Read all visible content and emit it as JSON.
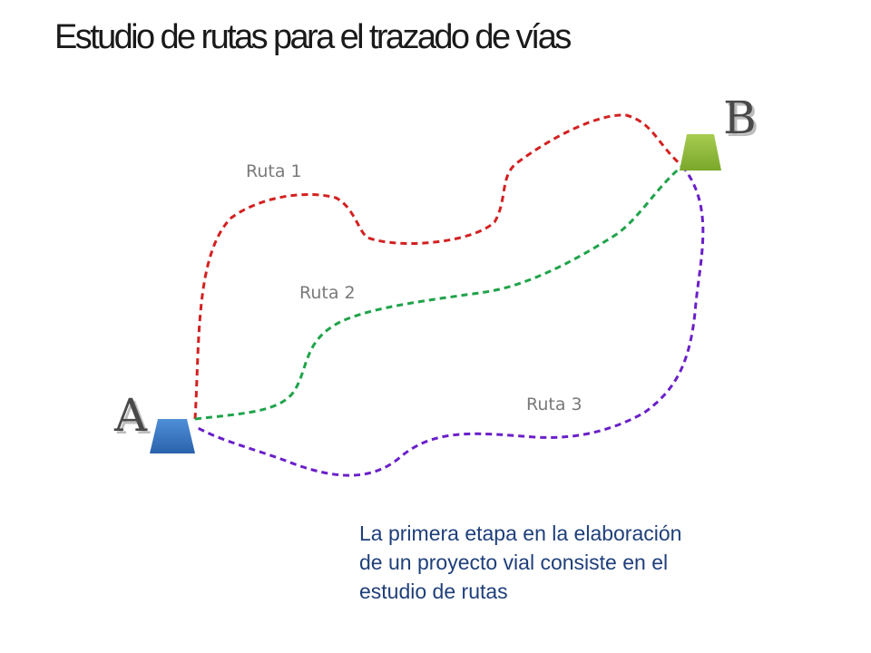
{
  "title": "Estudio de rutas para el trazado de  vías",
  "points": {
    "a": {
      "label": "A",
      "color": "#2f6fba"
    },
    "b": {
      "label": "B",
      "color": "#8ab436"
    }
  },
  "routes": [
    {
      "label": "Ruta 1",
      "color": "#d42020"
    },
    {
      "label": "Ruta 2",
      "color": "#1fa34a"
    },
    {
      "label": "Ruta 3",
      "color": "#6a1fc9"
    }
  ],
  "caption": {
    "line1": "La primera etapa en la elaboración",
    "line2": "de un  proyecto vial consiste en el",
    "line3": "estudio de rutas"
  }
}
